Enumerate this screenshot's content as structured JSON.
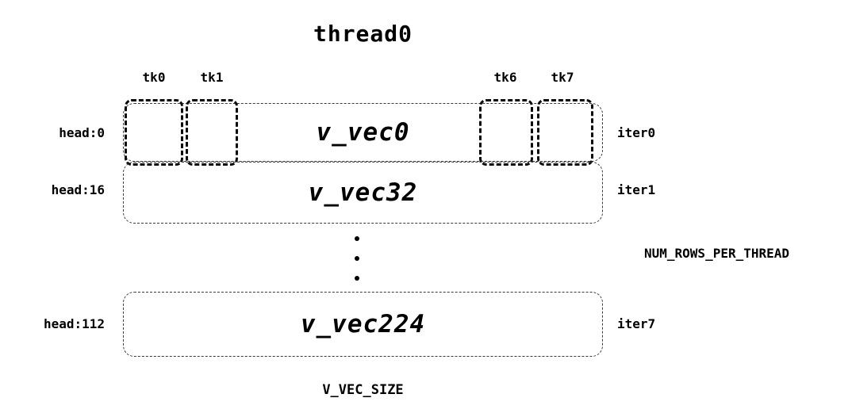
{
  "title": "thread0",
  "tk_labels": [
    "tk0",
    "tk1",
    "tk6",
    "tk7"
  ],
  "rows": [
    {
      "head": "head:0",
      "vec": "v_vec0",
      "iter": "iter0"
    },
    {
      "head": "head:16",
      "vec": "v_vec32",
      "iter": "iter1"
    },
    {
      "head": "head:112",
      "vec": "v_vec224",
      "iter": "iter7"
    }
  ],
  "labels": {
    "num_rows_per_thread": "NUM_ROWS_PER_THREAD",
    "v_vec_size": "V_VEC_SIZE"
  },
  "icons": {
    "ellipsis": "vertical-ellipsis-icon"
  },
  "colors": {
    "line": "#1a1a1a",
    "text": "#000000",
    "background": "#ffffff"
  }
}
